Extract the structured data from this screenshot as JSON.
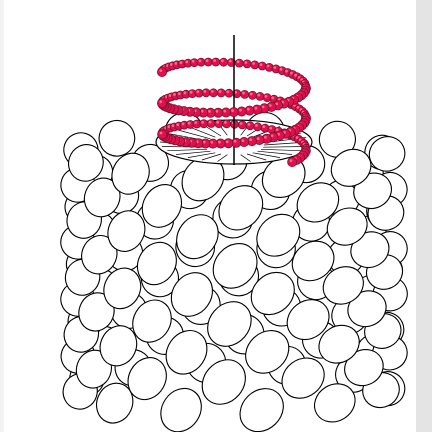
{
  "figure": {
    "colors": {
      "background": "#ffffff",
      "frame": "#e4e4e4",
      "outline": "#000000",
      "spiral": "#e0104c",
      "spiral_dark": "#7a1030",
      "bead_highlight": "#ff6a8f"
    },
    "structure": {
      "petal_rows": 9,
      "petals_per_row": 12,
      "spiral_turns": 2.6
    }
  }
}
